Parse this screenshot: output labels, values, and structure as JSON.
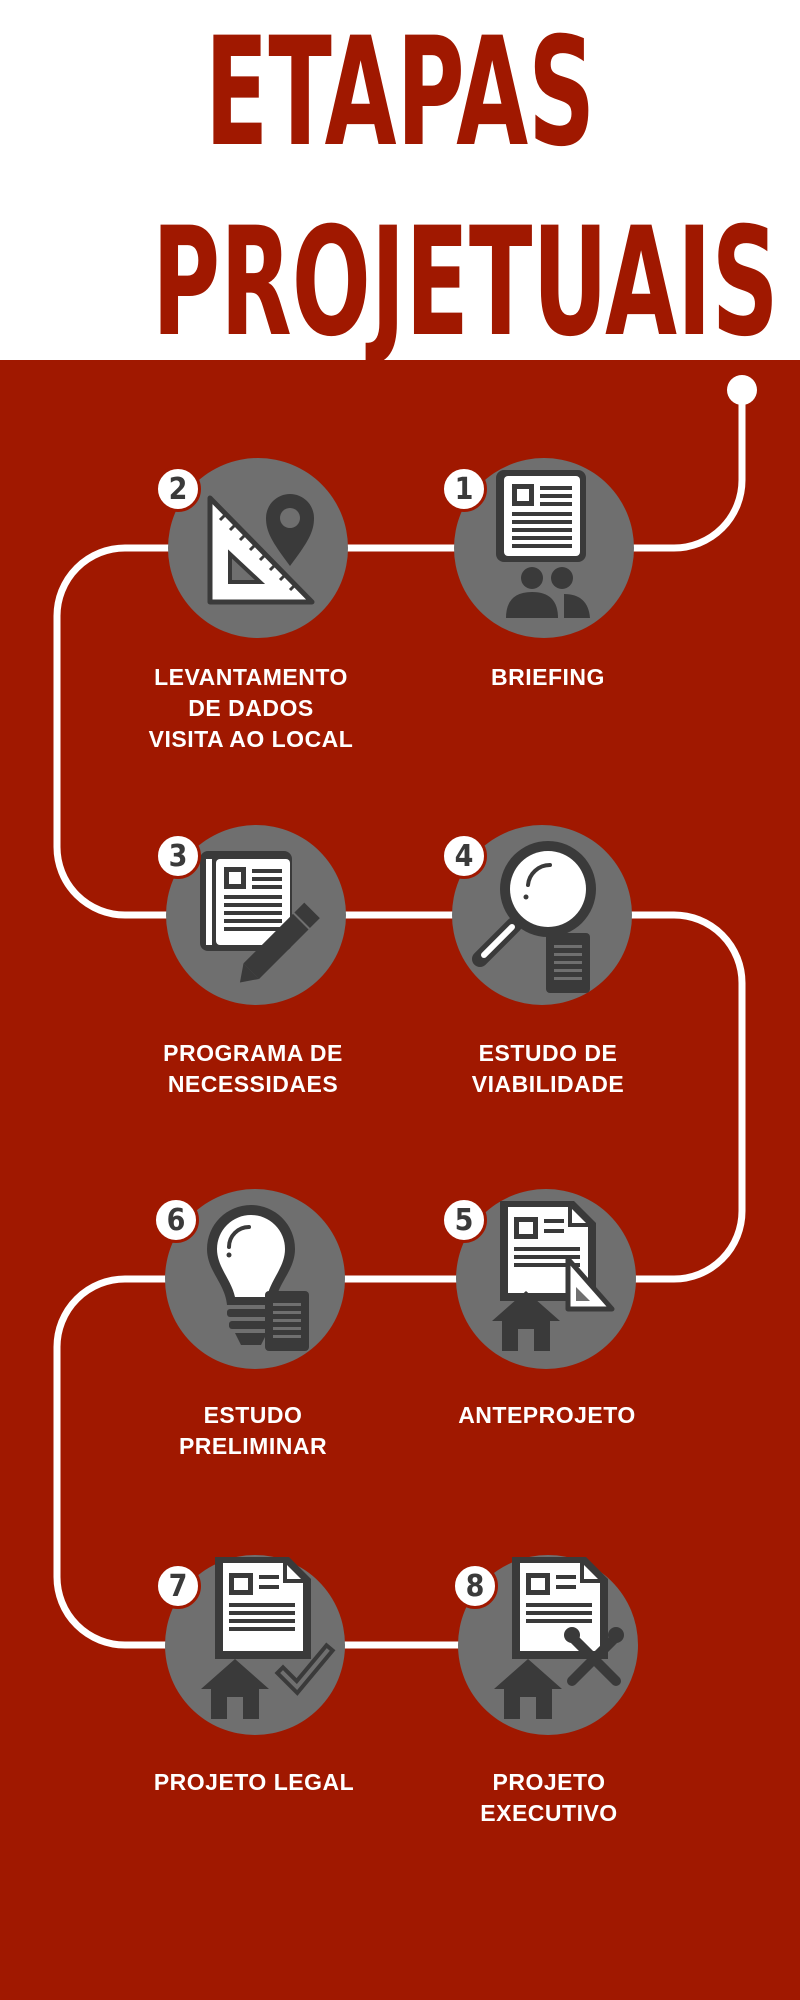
{
  "title": {
    "line1": "ETAPAS",
    "line2": "PROJETUAIS"
  },
  "colors": {
    "background": "#a01800",
    "header_background": "#ffffff",
    "title": "#a01800",
    "circle": "#6f6f6f",
    "icon": "#3a3a3a",
    "path": "#ffffff",
    "label": "#ffffff"
  },
  "steps": [
    {
      "number": "1",
      "label": "BRIEFING",
      "icon": "document-people-icon"
    },
    {
      "number": "2",
      "label": "LEVANTAMENTO\nDE DADOS\nVISITA  AO LOCAL",
      "icon": "ruler-location-pin-icon"
    },
    {
      "number": "3",
      "label": "PROGRAMA DE\n NECESSIDAES",
      "icon": "document-pencil-icon"
    },
    {
      "number": "4",
      "label": "ESTUDO DE\nVIABILIDADE",
      "icon": "magnifier-document-icon"
    },
    {
      "number": "5",
      "label": "ANTEPROJETO",
      "icon": "house-document-ruler-icon"
    },
    {
      "number": "6",
      "label": "ESTUDO\nPRELIMINAR",
      "icon": "lightbulb-document-icon"
    },
    {
      "number": "7",
      "label": "PROJETO LEGAL",
      "icon": "house-document-check-icon"
    },
    {
      "number": "8",
      "label": "PROJETO\nEXECUTIVO",
      "icon": "house-document-tools-icon"
    }
  ]
}
